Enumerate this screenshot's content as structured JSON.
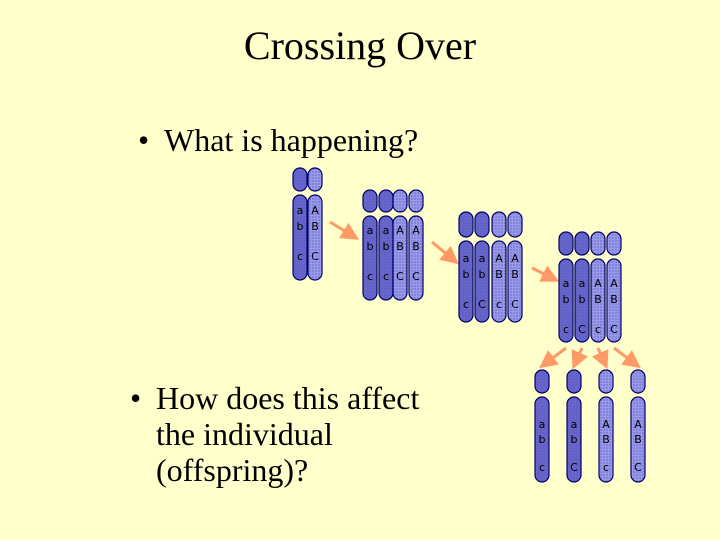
{
  "slide": {
    "title": "Crossing Over",
    "bullets": [
      {
        "marker": "•",
        "text": "What is happening?"
      },
      {
        "marker": "•",
        "text": "How does this affect\nthe individual\n(offspring)?"
      }
    ]
  },
  "diagram": {
    "colors": {
      "maternal_fill": "#6666cc",
      "paternal_fill": "#9999ee",
      "outline": "#000066",
      "arrow": "#ff9966"
    },
    "stages": [
      {
        "name": "replicated-pair",
        "chromatids": [
          {
            "genes": [
              "a",
              "b",
              "c"
            ]
          },
          {
            "genes": [
              "A",
              "B",
              "C"
            ]
          }
        ]
      },
      {
        "name": "tetrad",
        "chromatids": [
          {
            "genes": [
              "a",
              "b",
              "c"
            ]
          },
          {
            "genes": [
              "a",
              "b",
              "c"
            ]
          },
          {
            "genes": [
              "A",
              "B",
              "C"
            ]
          },
          {
            "genes": [
              "A",
              "B",
              "C"
            ]
          }
        ]
      },
      {
        "name": "crossing-over",
        "chromatids": [
          {
            "genes": [
              "a",
              "b",
              "c"
            ]
          },
          {
            "genes": [
              "a",
              "b",
              "C"
            ]
          },
          {
            "genes": [
              "A",
              "B",
              "c"
            ]
          },
          {
            "genes": [
              "A",
              "B",
              "C"
            ]
          }
        ]
      },
      {
        "name": "recombined-tetrad",
        "chromatids": [
          {
            "genes": [
              "a",
              "b",
              "c"
            ]
          },
          {
            "genes": [
              "a",
              "b",
              "C"
            ]
          },
          {
            "genes": [
              "A",
              "B",
              "c"
            ]
          },
          {
            "genes": [
              "A",
              "B",
              "C"
            ]
          }
        ]
      }
    ],
    "gametes": [
      {
        "genes": [
          "a",
          "b",
          "c"
        ]
      },
      {
        "genes": [
          "a",
          "b",
          "C"
        ]
      },
      {
        "genes": [
          "A",
          "B",
          "c"
        ]
      },
      {
        "genes": [
          "A",
          "B",
          "C"
        ]
      }
    ]
  }
}
